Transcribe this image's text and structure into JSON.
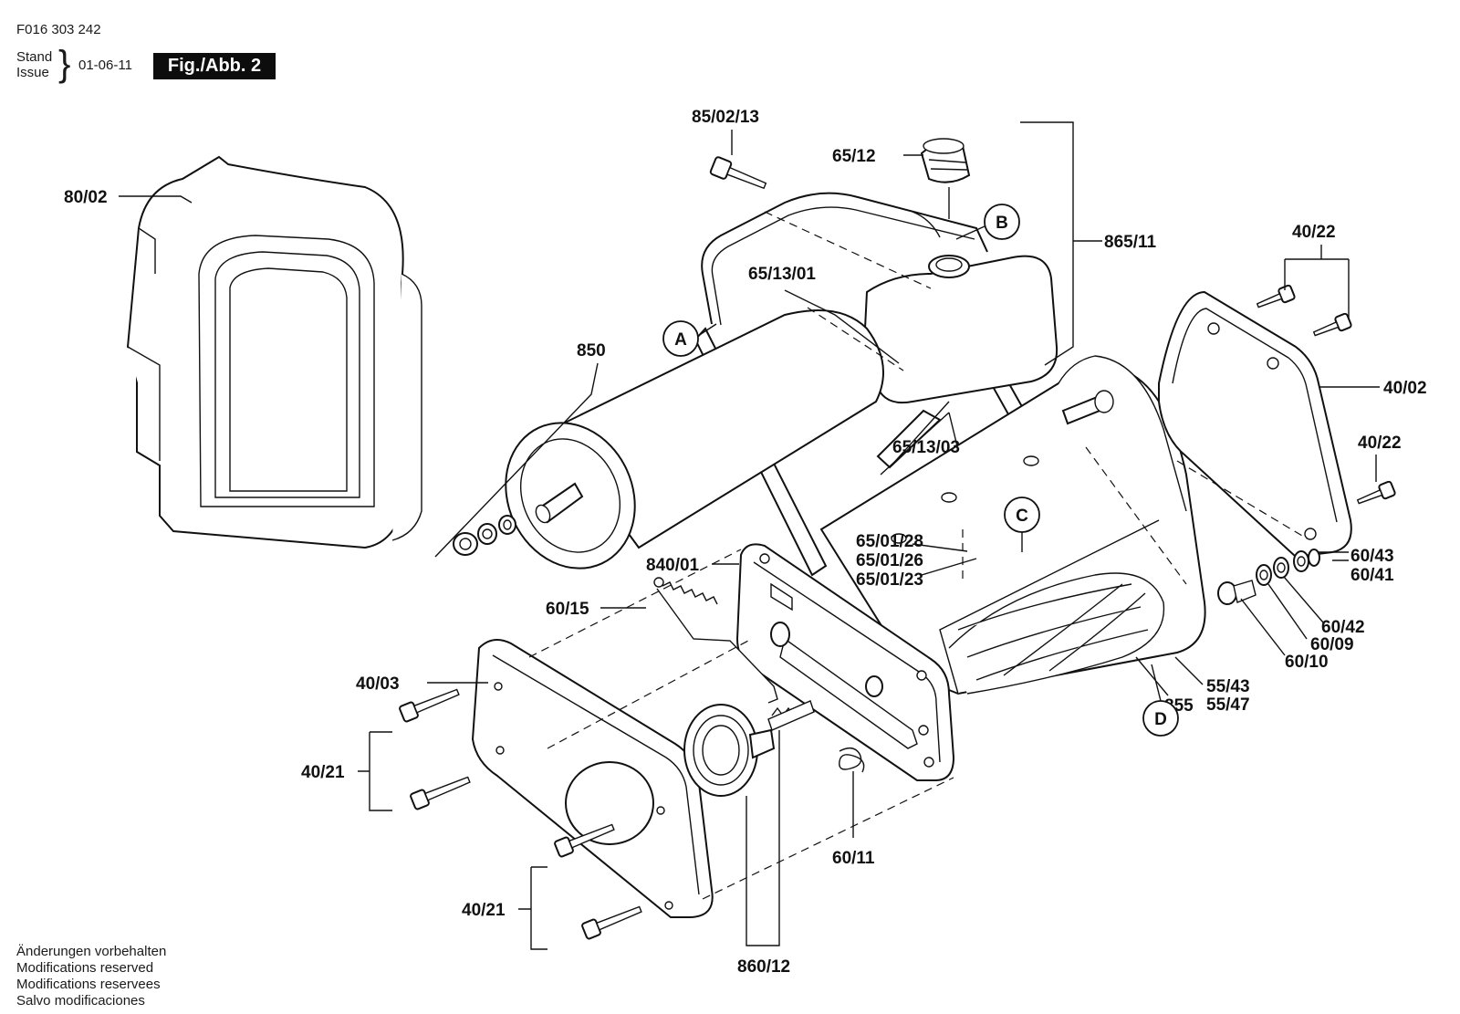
{
  "header": {
    "doc_number": "F016 303 242",
    "stand_label": "Stand",
    "issue_label": "Issue",
    "date": "01-06-11",
    "figure": "Fig./Abb. 2"
  },
  "footer": [
    "Änderungen vorbehalten",
    "Modifications reserved",
    "Modifications reservees",
    "Salvo modificaciones"
  ],
  "labels": {
    "grass_box": "80/02",
    "bolt_top": "85/02/13",
    "cap": "65/12",
    "frame": "865/11",
    "hose_top": "65/13/01",
    "hose_bottom": "65/13/03",
    "roller": "850",
    "side_screws_top": "40/22",
    "side_cover_right": "40/02",
    "side_screw_right": "40/22",
    "washer_60_43": "60/43",
    "washer_60_41": "60/41",
    "washer_60_42": "60/42",
    "washer_60_09": "60/09",
    "washer_60_10": "60/10",
    "pin_65_01_28": "65/01/28",
    "pin_65_01_26": "65/01/26",
    "pin_65_01_23": "65/01/23",
    "side_plate": "840/01",
    "spring_long": "60/15",
    "side_cover_left": "40/03",
    "screws_left_upper": "40/21",
    "screws_left_lower": "40/21",
    "bearing_55_43": "55/43",
    "bearing_55_47": "55/47",
    "blade_cylinder": "855",
    "spring_small": "60/11",
    "gear_set": "860/12"
  },
  "callouts": {
    "a": "A",
    "b": "B",
    "c": "C",
    "d": "D"
  }
}
